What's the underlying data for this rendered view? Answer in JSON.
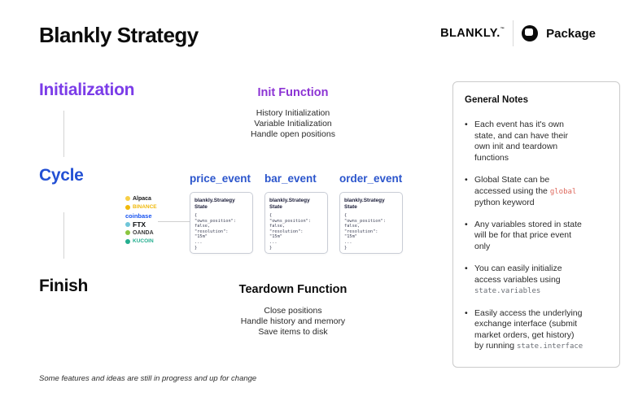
{
  "header": {
    "title": "Blankly Strategy",
    "brand": "BLANKLY.",
    "brand_tm": "™",
    "package": "Package"
  },
  "initialization": {
    "label": "Initialization",
    "function_title": "Init Function",
    "items": [
      {
        "t": "History Initialization"
      },
      {
        "t": "Variable Initialization"
      },
      {
        "t": "Handle open positions"
      }
    ]
  },
  "cycle": {
    "label": "Cycle",
    "exchanges": [
      {
        "name": "Alpaca",
        "color": "#1a1a1a",
        "icon": "#f7cf47",
        "weight": "700",
        "size": "7px"
      },
      {
        "name": "BINANCE",
        "color": "#f0b90b",
        "icon": "#f0b90b",
        "weight": "700",
        "size": "6.5px"
      },
      {
        "name": "coinbase",
        "color": "#1652f0",
        "icon": "",
        "weight": "700",
        "size": "7.5px"
      },
      {
        "name": "FTX",
        "color": "#0b0e11",
        "icon": "#6fc5d8",
        "weight": "800",
        "size": "8.5px"
      },
      {
        "name": "OANDA",
        "color": "#3c3c3c",
        "icon": "#8bc53f",
        "weight": "700",
        "size": "7px"
      },
      {
        "name": "KUCOIN",
        "color": "#24ae8f",
        "icon": "#24ae8f",
        "weight": "700",
        "size": "6.5px"
      }
    ],
    "events": [
      {
        "label": "price_event"
      },
      {
        "label": "bar_event"
      },
      {
        "label": "order_event"
      }
    ],
    "state_box": {
      "title": "blankly.Strategy\nState",
      "code_lines": [
        {
          "t": "{"
        },
        {
          "t": "\"owns_position\":"
        },
        {
          "t": "false,"
        },
        {
          "t": "\"resolution\":"
        },
        {
          "t": "\"15m\""
        },
        {
          "t": "..."
        },
        {
          "t": "}"
        }
      ]
    }
  },
  "finish": {
    "label": "Finish",
    "function_title": "Teardown Function",
    "items": [
      {
        "t": "Close positions"
      },
      {
        "t": "Handle history and memory"
      },
      {
        "t": "Save items to disk"
      }
    ]
  },
  "notes": {
    "title": "General Notes",
    "bullets": [
      {
        "pre": "Each event has it's own\nstate, and can have their\nown init and teardown\nfunctions",
        "code": "",
        "post": "",
        "code_color": ""
      },
      {
        "pre": "Global State can be\naccessed using the ",
        "code": "global",
        "post": "\npython keyword",
        "code_color": "#de685c"
      },
      {
        "pre": "Any variables stored in state\nwill be for that price event\nonly",
        "code": "",
        "post": "",
        "code_color": ""
      },
      {
        "pre": "You can easily initialize\naccess variables using\n",
        "code": "state.variables",
        "post": "",
        "code_color": ""
      },
      {
        "pre": "Easily access the underlying\nexchange interface (submit\nmarket orders, get history)\nby running ",
        "code": "state.interface",
        "post": "",
        "code_color": ""
      }
    ]
  },
  "footer": {
    "text": "Some features and ideas are still in progress and up for change"
  },
  "colors": {
    "purple_heading": "#7b3ce8",
    "purple_function": "#8c34d4",
    "blue_heading": "#2350d4",
    "blue_event": "#2b55cc",
    "code_keyword_red": "#de685c",
    "connector_gray": "#d4d4d4",
    "box_border": "#c9cdd6"
  }
}
